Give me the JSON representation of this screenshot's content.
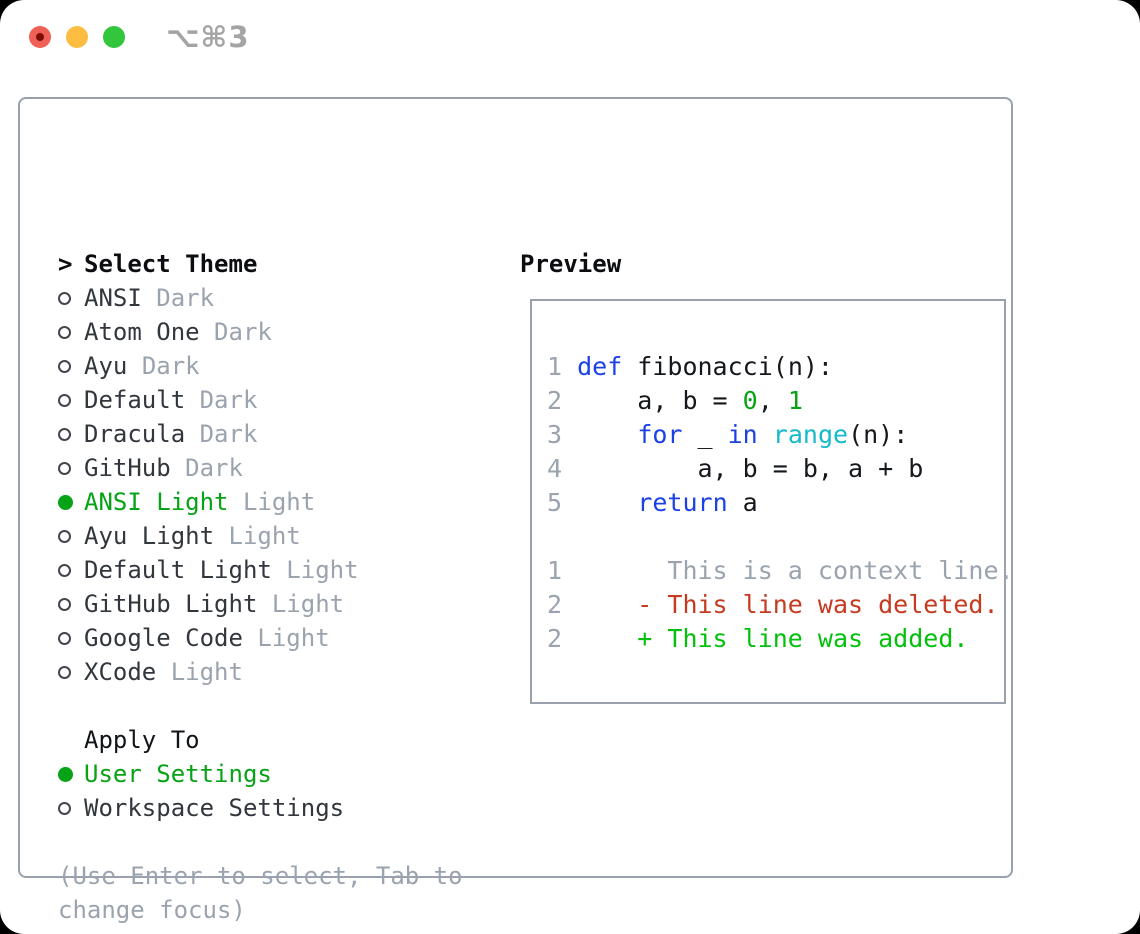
{
  "window": {
    "shortcut_label": "⌥⌘3",
    "traffic_lights": [
      "close",
      "minimize",
      "zoom"
    ]
  },
  "theme_panel": {
    "header": {
      "prefix": ">",
      "label": "Select Theme"
    },
    "items": [
      {
        "name": "ANSI",
        "variant": "Dark",
        "selected": false
      },
      {
        "name": "Atom One",
        "variant": "Dark",
        "selected": false
      },
      {
        "name": "Ayu",
        "variant": "Dark",
        "selected": false
      },
      {
        "name": "Default",
        "variant": "Dark",
        "selected": false
      },
      {
        "name": "Dracula",
        "variant": "Dark",
        "selected": false
      },
      {
        "name": "GitHub",
        "variant": "Dark",
        "selected": false
      },
      {
        "name": "ANSI Light",
        "variant": "Light",
        "selected": true
      },
      {
        "name": "Ayu Light",
        "variant": "Light",
        "selected": false
      },
      {
        "name": "Default Light",
        "variant": "Light",
        "selected": false
      },
      {
        "name": "GitHub Light",
        "variant": "Light",
        "selected": false
      },
      {
        "name": "Google Code",
        "variant": "Light",
        "selected": false
      },
      {
        "name": "XCode",
        "variant": "Light",
        "selected": false
      }
    ],
    "apply_to": {
      "label": "Apply To",
      "options": [
        {
          "label": "User Settings",
          "selected": true
        },
        {
          "label": "Workspace Settings",
          "selected": false
        }
      ]
    },
    "help_lines": [
      "(Use Enter to select, Tab to",
      "change focus)"
    ]
  },
  "preview_panel": {
    "title": "Preview",
    "code_lines": [
      {
        "gutter": "1",
        "tokens": [
          {
            "style": "keyword",
            "text": "def"
          },
          {
            "style": "plain",
            "text": " fibonacci(n):"
          }
        ]
      },
      {
        "gutter": "2",
        "tokens": [
          {
            "style": "plain",
            "text": "    a, b = "
          },
          {
            "style": "number",
            "text": "0"
          },
          {
            "style": "plain",
            "text": ", "
          },
          {
            "style": "number",
            "text": "1"
          }
        ]
      },
      {
        "gutter": "3",
        "tokens": [
          {
            "style": "plain",
            "text": "    "
          },
          {
            "style": "keyword",
            "text": "for"
          },
          {
            "style": "plain",
            "text": " _ "
          },
          {
            "style": "keyword",
            "text": "in"
          },
          {
            "style": "plain",
            "text": " "
          },
          {
            "style": "builtin",
            "text": "range"
          },
          {
            "style": "plain",
            "text": "(n):"
          }
        ]
      },
      {
        "gutter": "4",
        "tokens": [
          {
            "style": "plain",
            "text": "        a, b = b, a + b"
          }
        ]
      },
      {
        "gutter": "5",
        "tokens": [
          {
            "style": "plain",
            "text": "    "
          },
          {
            "style": "keyword",
            "text": "return"
          },
          {
            "style": "plain",
            "text": " a"
          }
        ]
      }
    ],
    "diff_lines": [
      {
        "gutter": "1",
        "tokens": [
          {
            "style": "context",
            "text": "      This is a context line."
          }
        ]
      },
      {
        "gutter": "2",
        "tokens": [
          {
            "style": "deleted",
            "text": "    - This line was deleted."
          }
        ]
      },
      {
        "gutter": "2",
        "tokens": [
          {
            "style": "added",
            "text": "    + This line was added."
          }
        ]
      }
    ]
  },
  "colors": {
    "selection_green": "#07a316",
    "added_green": "#03c00d",
    "deleted_red": "#c63b20",
    "keyword_blue": "#1c41e6",
    "builtin_cyan": "#16b8cc",
    "muted_gray": "#9aa3ae",
    "border_gray": "#99a1ac",
    "traffic_red": "#ef6056",
    "traffic_yellow": "#fcbd42",
    "traffic_green": "#32c63d"
  }
}
